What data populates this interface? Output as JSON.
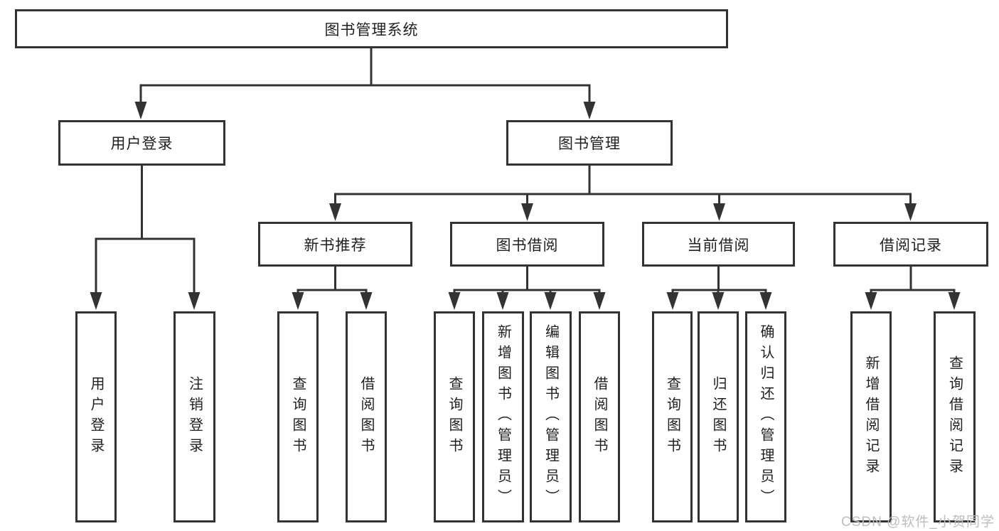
{
  "diagram": {
    "title_note": "functional structure tree",
    "root": {
      "label": "图书管理系统"
    },
    "level2": [
      {
        "label": "用户登录"
      },
      {
        "label": "图书管理"
      }
    ],
    "level3": [
      {
        "label": "新书推荐"
      },
      {
        "label": "图书借阅"
      },
      {
        "label": "当前借阅"
      },
      {
        "label": "借阅记录"
      }
    ],
    "leaves": {
      "user_login": [
        "用户登录",
        "注销登录"
      ],
      "new_book": [
        "查询图书",
        "借阅图书"
      ],
      "book_borrow": [
        "查询图书",
        "新增图书（管理员）",
        "编辑图书（管理员）",
        "借阅图书"
      ],
      "current_borrow": [
        "查询图书",
        "归还图书",
        "确认归还（管理员）"
      ],
      "borrow_records": [
        "新增借阅记录",
        "查询借阅记录"
      ]
    }
  },
  "watermark": {
    "text": "CSDN @软件_小贺同学"
  },
  "colors": {
    "line": "#333333",
    "text": "#1f1f1f",
    "watermark": "#bdbdbd",
    "background": "#ffffff"
  }
}
